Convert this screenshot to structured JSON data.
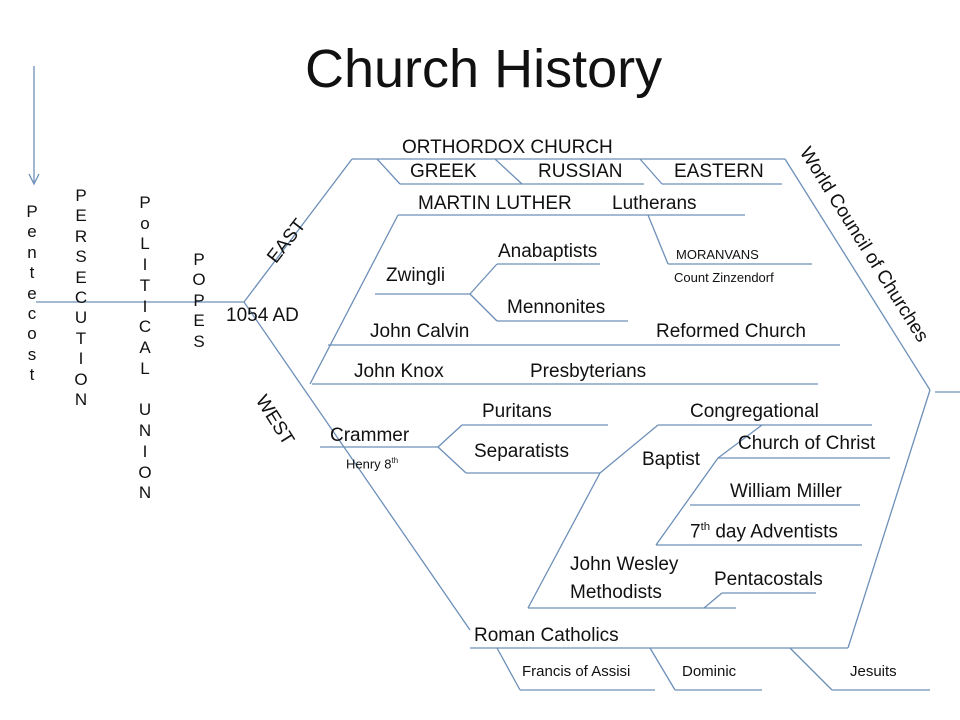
{
  "title": "Church History",
  "vertical_labels": {
    "pentecost": "Pentecost",
    "persecution": "PERSECUTION",
    "political_union": [
      "PoLITICAL",
      "UNION"
    ],
    "popes": "POPES"
  },
  "split": {
    "date": "1054 AD",
    "east": "EAST",
    "west": "WEST"
  },
  "east": {
    "church": "ORTHORDOX CHURCH",
    "branches": [
      "GREEK",
      "RUSSIAN",
      "EASTERN"
    ]
  },
  "council": "World Council of Churches",
  "west": {
    "luther": "MARTIN LUTHER",
    "lutherans": "Lutherans",
    "moravians": "MORANVANS",
    "zinzendorf": "Count Zinzendorf",
    "zwingli": "Zwingli",
    "anabaptists": "Anabaptists",
    "mennonites": "Mennonites",
    "calvin": "John Calvin",
    "reformed": "Reformed Church",
    "knox": "John Knox",
    "presbyterians": "Presbyterians",
    "crammer": "Crammer",
    "henry": "Henry 8",
    "henry_sup": "th",
    "puritans": "Puritans",
    "separatists": "Separatists",
    "congregational": "Congregational",
    "baptist": "Baptist",
    "church_of_christ": "Church of Christ",
    "william_miller": "William Miller",
    "adventists_prefix": "7",
    "adventists_sup": "th",
    "adventists": " day Adventists",
    "wesley": "John Wesley",
    "methodists": "Methodists",
    "pentacostals": "Pentacostals",
    "catholics": "Roman Catholics",
    "orders": [
      "Francis of Assisi",
      "Dominic",
      "Jesuits"
    ]
  }
}
